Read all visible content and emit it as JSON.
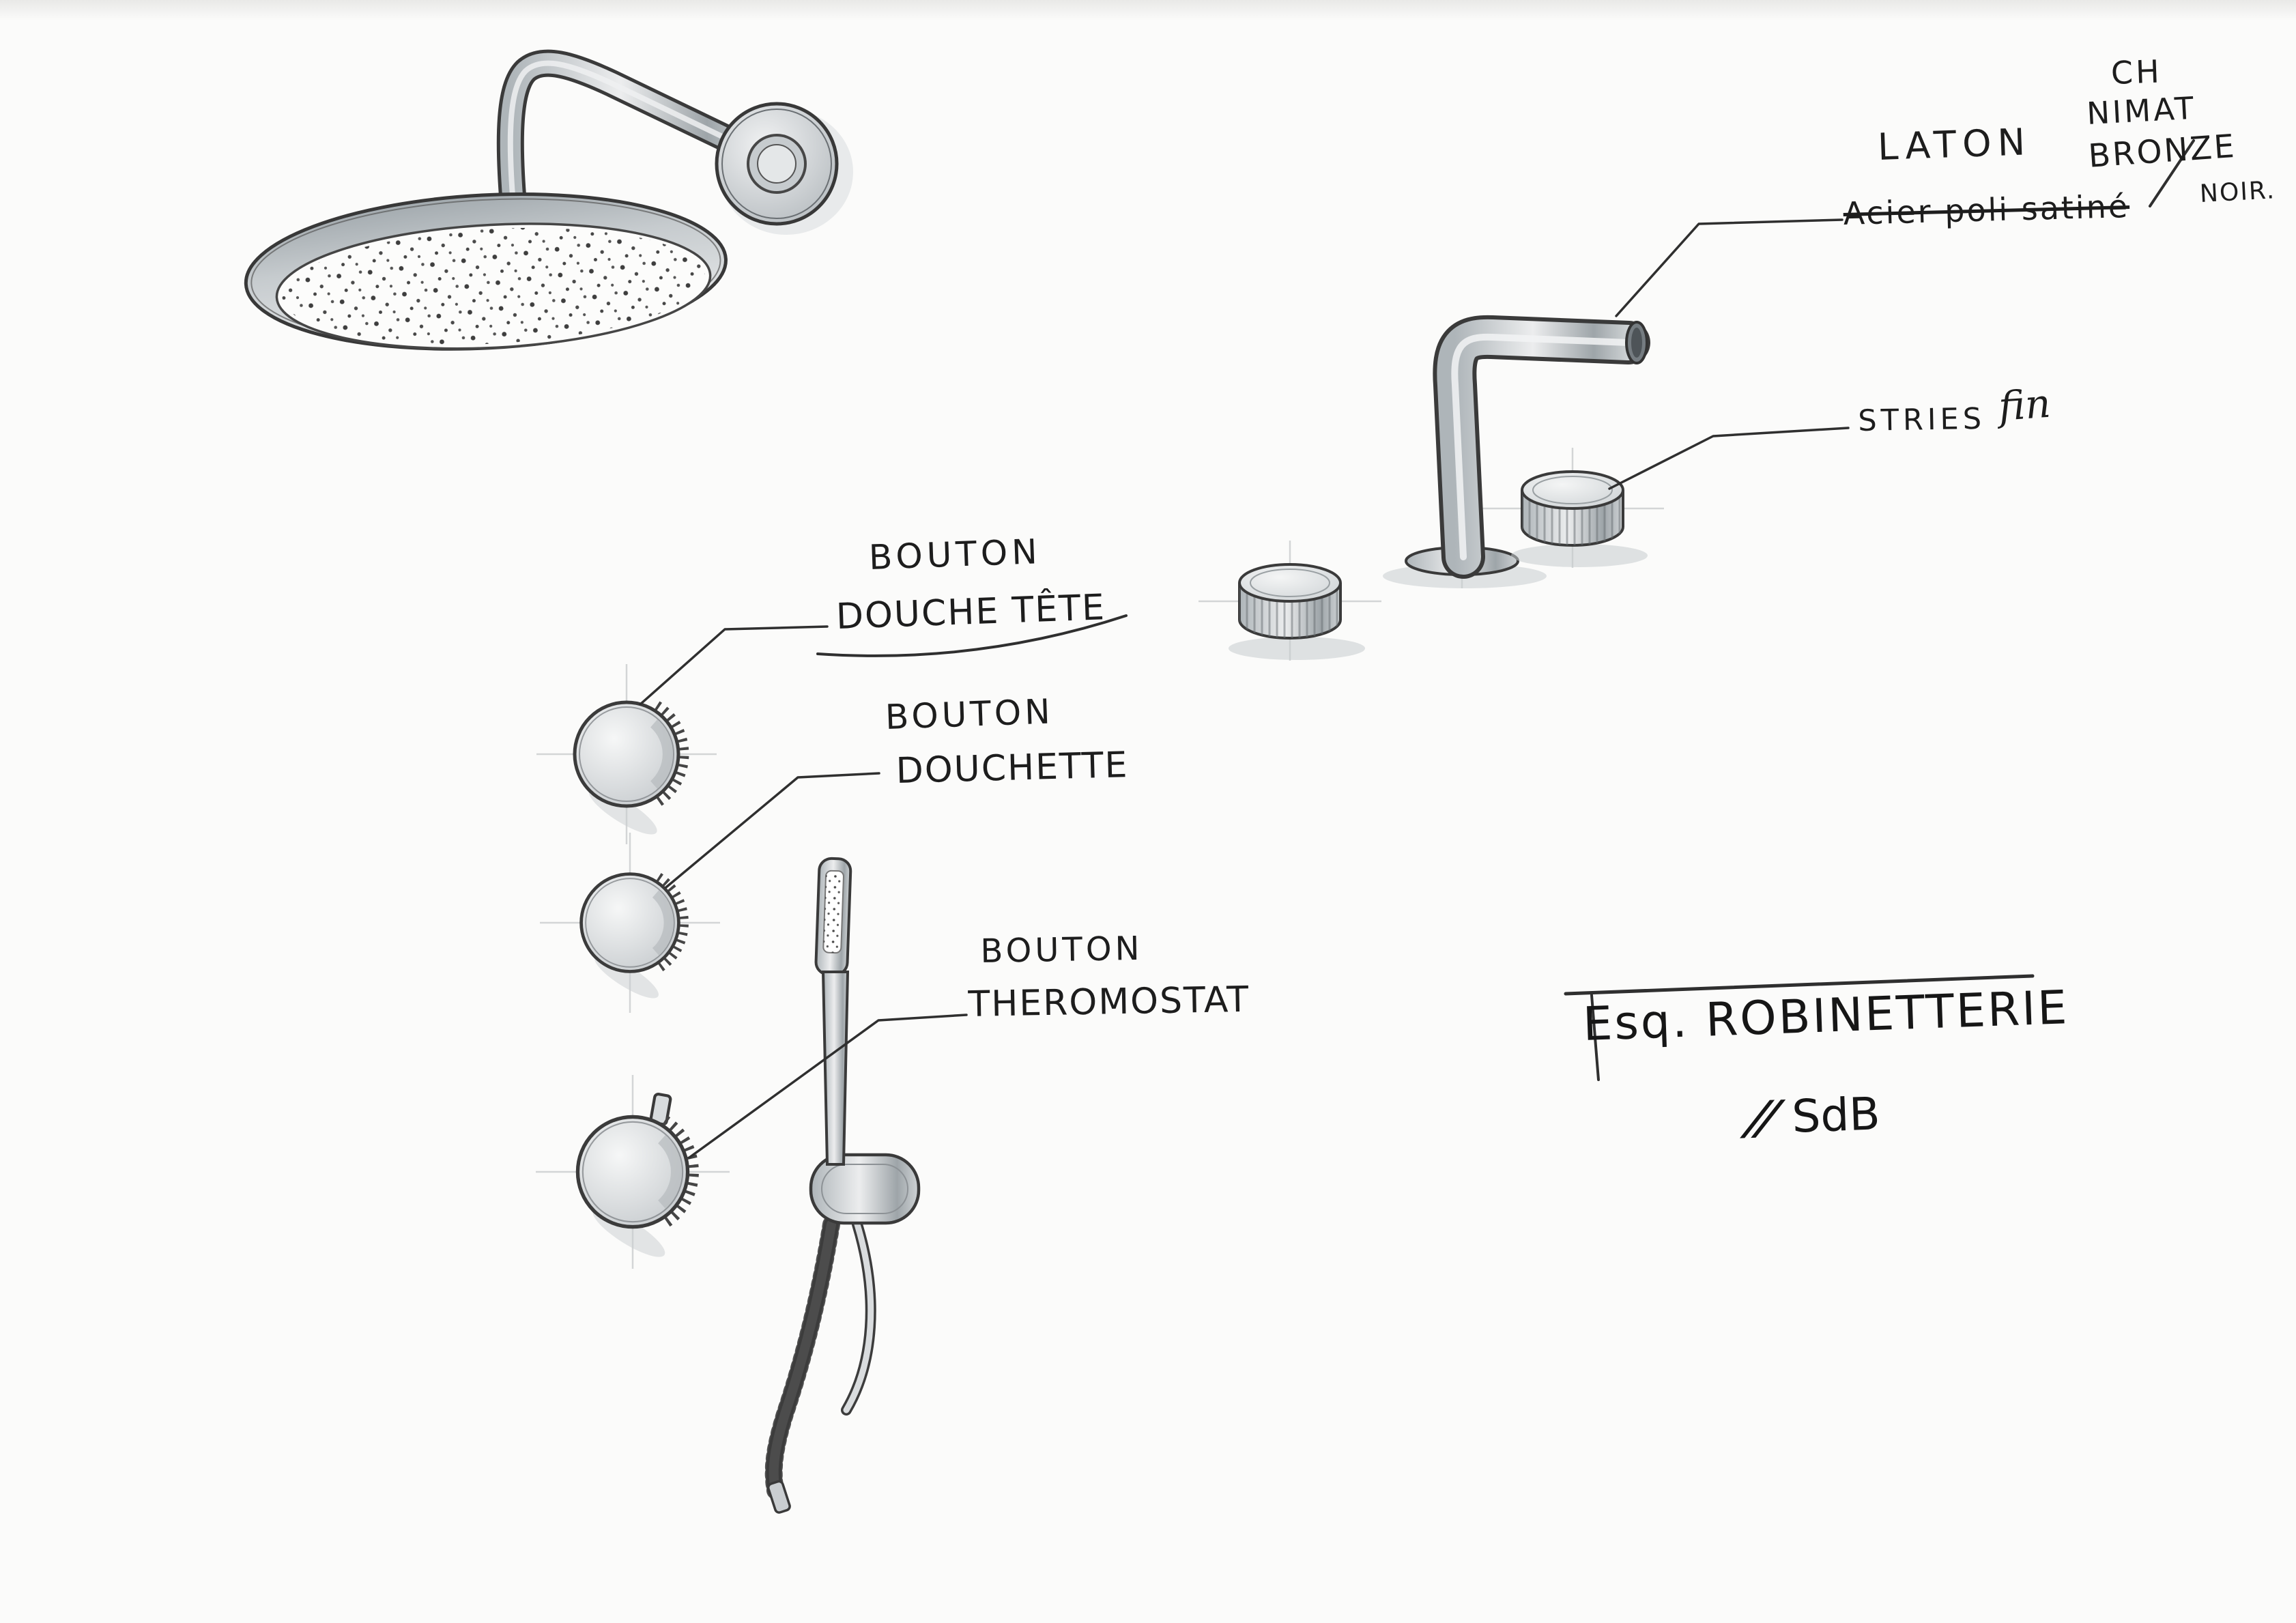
{
  "sketch": {
    "paper_color": "#fbfbfa",
    "ink_color": "#2e2e2e",
    "pencil_color": "#6b7176",
    "marker_color": "#c3c8cb",
    "corner_note": {
      "line1": "CH",
      "line2": "NIMAT",
      "line3": "BRONZE",
      "line4": "NOIR."
    },
    "material_note": {
      "selected": "LATON",
      "rejected": "Acier poli satiné"
    },
    "texture_note": {
      "label": "STRIES",
      "script": "fin"
    },
    "button_labels": {
      "head": {
        "line1": "BOUTON",
        "line2": "DOUCHE TÊTE"
      },
      "handshower": {
        "line1": "BOUTON",
        "line2": "DOUCHETTE"
      },
      "thermostat": {
        "line1": "BOUTON",
        "line2": "THEROMOSTAT"
      }
    },
    "title": {
      "line1": "Esq. ROBINETTERIE",
      "separator": "//",
      "line2": "SdB"
    }
  }
}
